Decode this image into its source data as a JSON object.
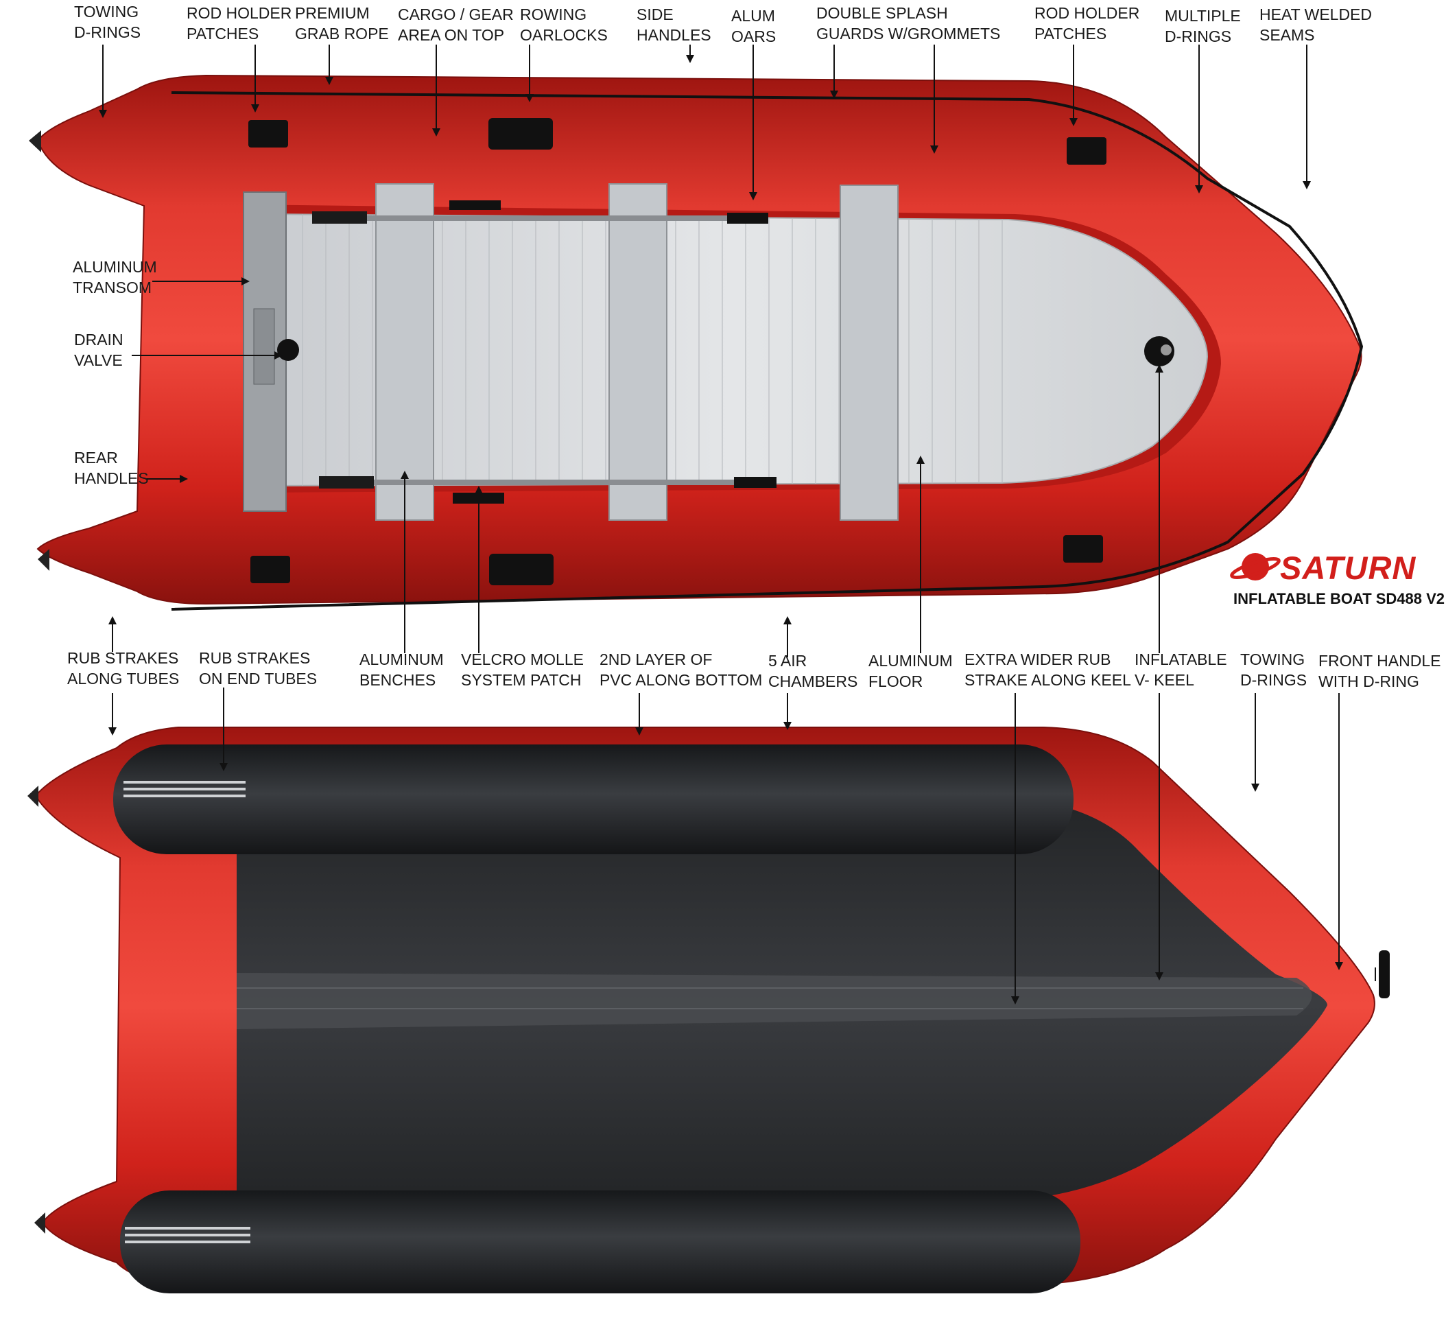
{
  "labels_top": [
    {
      "id": "towing-d-rings-top",
      "lines": [
        "TOWING",
        "D-RINGS"
      ]
    },
    {
      "id": "rod-holder-patches-1",
      "lines": [
        "ROD HOLDER",
        "PATCHES"
      ]
    },
    {
      "id": "premium-grab-rope",
      "lines": [
        "PREMIUM",
        "GRAB ROPE"
      ]
    },
    {
      "id": "cargo-gear-area",
      "lines": [
        "CARGO / GEAR",
        "AREA ON TOP"
      ]
    },
    {
      "id": "rowing-oarlocks",
      "lines": [
        "ROWING",
        "OARLOCKS"
      ]
    },
    {
      "id": "side-handles",
      "lines": [
        "SIDE",
        "HANDLES"
      ]
    },
    {
      "id": "alum-oars",
      "lines": [
        "ALUM",
        "OARS"
      ]
    },
    {
      "id": "double-splash-guards",
      "lines": [
        "DOUBLE SPLASH",
        "GUARDS W/GROMMETS"
      ]
    },
    {
      "id": "rod-holder-patches-2",
      "lines": [
        "ROD HOLDER",
        "PATCHES"
      ]
    },
    {
      "id": "multiple-d-rings",
      "lines": [
        "MULTIPLE",
        "D-RINGS"
      ]
    },
    {
      "id": "heat-welded-seams",
      "lines": [
        "HEAT WELDED",
        "SEAMS"
      ]
    }
  ],
  "labels_left": [
    {
      "id": "aluminum-transom",
      "lines": [
        "ALUMINUM",
        "TRANSOM"
      ]
    },
    {
      "id": "drain-valve",
      "lines": [
        "DRAIN",
        "VALVE"
      ]
    },
    {
      "id": "rear-handles",
      "lines": [
        "REAR",
        "HANDLES"
      ]
    }
  ],
  "labels_mid": [
    {
      "id": "rub-strakes-along-tubes",
      "lines": [
        "RUB STRAKES",
        "ALONG TUBES"
      ]
    },
    {
      "id": "rub-strakes-end-tubes",
      "lines": [
        "RUB STRAKES",
        "ON END TUBES"
      ]
    },
    {
      "id": "aluminum-benches",
      "lines": [
        "ALUMINUM",
        "BENCHES"
      ]
    },
    {
      "id": "velcro-molle-patch",
      "lines": [
        "VELCRO MOLLE",
        "SYSTEM PATCH"
      ]
    },
    {
      "id": "second-layer-pvc",
      "lines": [
        "2ND LAYER OF",
        "PVC ALONG BOTTOM"
      ]
    },
    {
      "id": "five-air-chambers",
      "lines": [
        "5 AIR",
        "CHAMBERS"
      ]
    },
    {
      "id": "aluminum-floor",
      "lines": [
        "ALUMINUM",
        "FLOOR"
      ]
    },
    {
      "id": "extra-wider-rub-strake",
      "lines": [
        "EXTRA WIDER RUB",
        "STRAKE ALONG KEEL"
      ]
    },
    {
      "id": "inflatable-v-keel",
      "lines": [
        "INFLATABLE",
        "V- KEEL"
      ]
    },
    {
      "id": "towing-d-rings-bottom",
      "lines": [
        "TOWING",
        "D-RINGS"
      ]
    },
    {
      "id": "front-handle-d-ring",
      "lines": [
        "FRONT HANDLE",
        "WITH D-RING"
      ]
    }
  ],
  "brand": {
    "name": "SATURN",
    "model": "INFLATABLE BOAT SD488 V2"
  },
  "colors": {
    "hull_red": "#d8241e",
    "hull_dark": "#8f1410",
    "bottom_black": "#2b2d30",
    "floor_alum": "#d4d7da",
    "bench": "#c3c7cb",
    "brand_red": "#d21f1b"
  }
}
